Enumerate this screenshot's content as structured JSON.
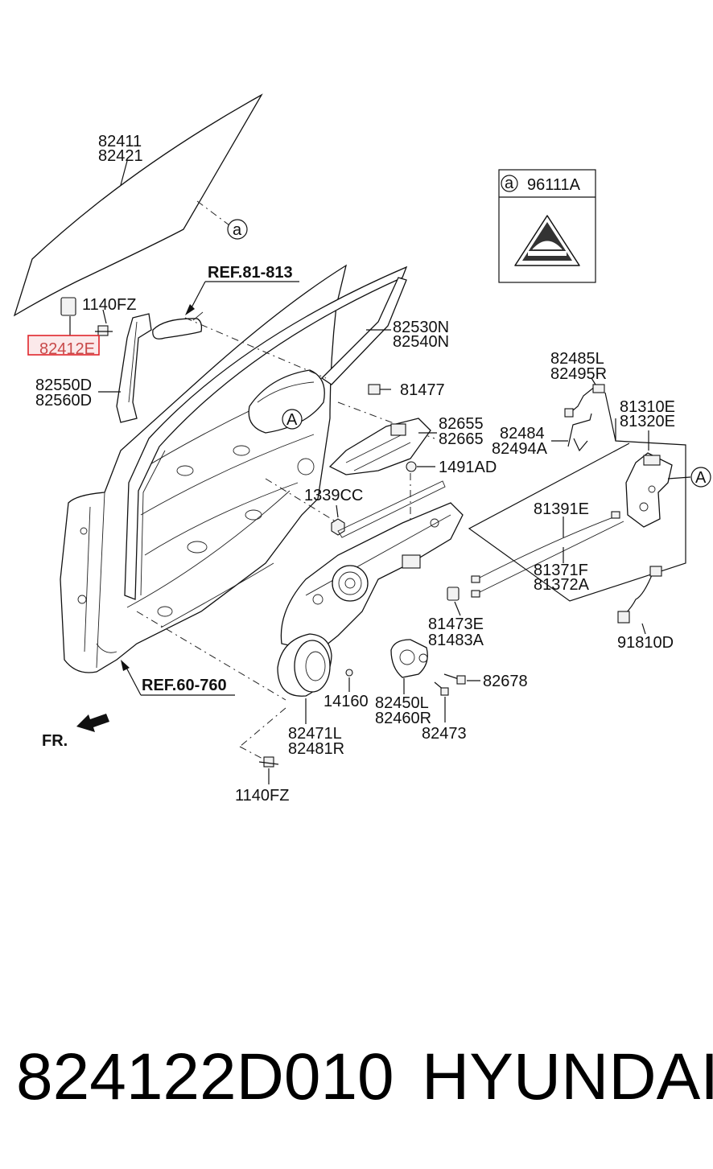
{
  "labels": {
    "glass": [
      "82411",
      "82421"
    ],
    "bolt_top": "1140FZ",
    "highlight_part": "82412E",
    "channel_front": [
      "82550D",
      "82560D"
    ],
    "ref_top": "REF.81-813",
    "channel_rear": [
      "82530N",
      "82540N"
    ],
    "bolt_81477": "81477",
    "handle_inner": [
      "82655",
      "82665"
    ],
    "clip_1491": "1491AD",
    "nut_1339": "1339CC",
    "rod_link": [
      "82485L",
      "82495R"
    ],
    "rod_bracket": [
      "82484",
      "82494A"
    ],
    "latch": [
      "81310E",
      "81320E"
    ],
    "cable_upper": "81391E",
    "cable_lower": [
      "81371F",
      "81372A"
    ],
    "clip_81473": [
      "81473E",
      "81483A"
    ],
    "wire_91810": "91810D",
    "ref_bottom": "REF.60-760",
    "screw_82678": "82678",
    "screw_14160": "14160",
    "motor": [
      "82450L",
      "82460R"
    ],
    "screw_82473": "82473",
    "regulator": [
      "82471L",
      "82481R"
    ],
    "bolt_bottom": "1140FZ",
    "fr": "FR.",
    "callout_a": "a",
    "callout_A": "A",
    "sticker_code": "96111A"
  },
  "footer": {
    "part_number": "824122D010",
    "brand": "HYUNDAI"
  },
  "colors": {
    "highlight": "#e0252b",
    "line": "#111111",
    "background": "#ffffff"
  }
}
